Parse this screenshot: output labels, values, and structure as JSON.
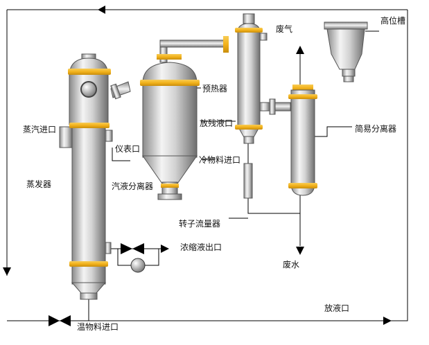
{
  "labels": {
    "waste_gas": "废气",
    "high_tank": "高位槽",
    "preheater": "预热器",
    "residue_outlet": "放残液口",
    "simple_separator": "简易分离器",
    "steam_inlet": "蒸汽进口",
    "instrument_port": "仪表口",
    "cold_feed_inlet": "冷物料进口",
    "evaporator": "蒸发器",
    "vapor_liquid_separator": "汽液分离器",
    "rotameter": "转子流量器",
    "concentrate_outlet": "浓缩液出口",
    "waste_water": "废水",
    "drain_outlet": "放液口",
    "warm_feed_inlet": "温物料进口"
  },
  "colors": {
    "band": "#F2B21C",
    "steel_light": "#EDEDED",
    "steel_dark": "#7E7E7E",
    "line": "#000000"
  }
}
